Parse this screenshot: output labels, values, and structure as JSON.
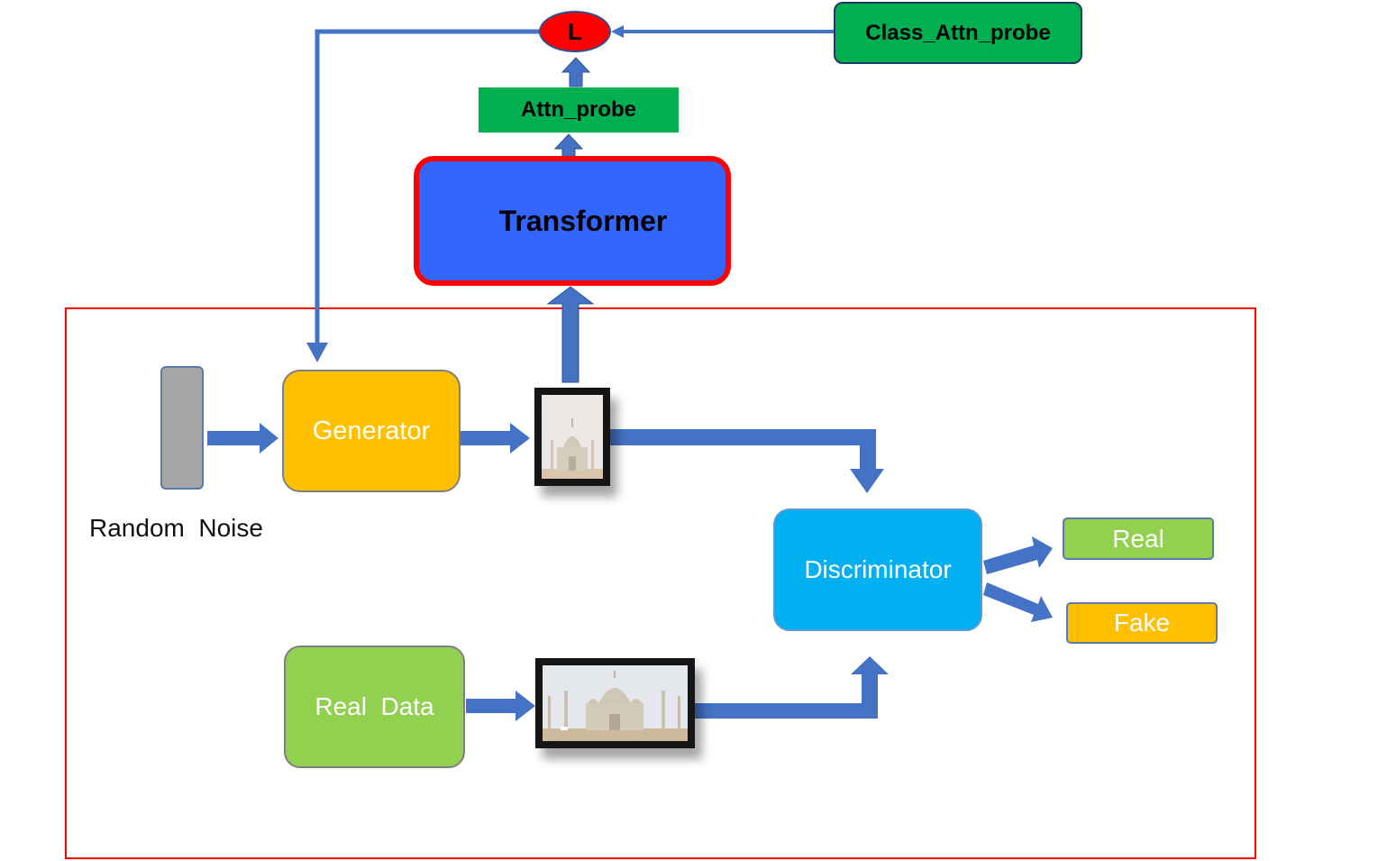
{
  "diagram": {
    "loss_label": "L",
    "class_attn_probe_label": "Class_Attn_probe",
    "attn_probe_label": "Attn_probe",
    "transformer_label": "Transformer",
    "generator_label": "Generator",
    "random_noise_label": "Random  Noise",
    "discriminator_label": "Discriminator",
    "real_output_label": "Real",
    "fake_output_label": "Fake",
    "real_data_label": "Real  Data"
  },
  "colors": {
    "arrow_blue": "#4472c4",
    "loss_red": "#ff0000",
    "probe_green": "#00b050",
    "transformer_blue": "#3366ff",
    "transformer_border": "#ff0000",
    "generator_orange": "#ffc000",
    "noise_gray": "#a6a6a6",
    "discriminator_cyan": "#00b0f0",
    "real_green": "#92d050",
    "fake_orange": "#ffc000",
    "gan_frame_red": "#ff0000"
  },
  "images": {
    "generated_image": "taj-mahal-generated-image",
    "real_image": "taj-mahal-real-image"
  }
}
